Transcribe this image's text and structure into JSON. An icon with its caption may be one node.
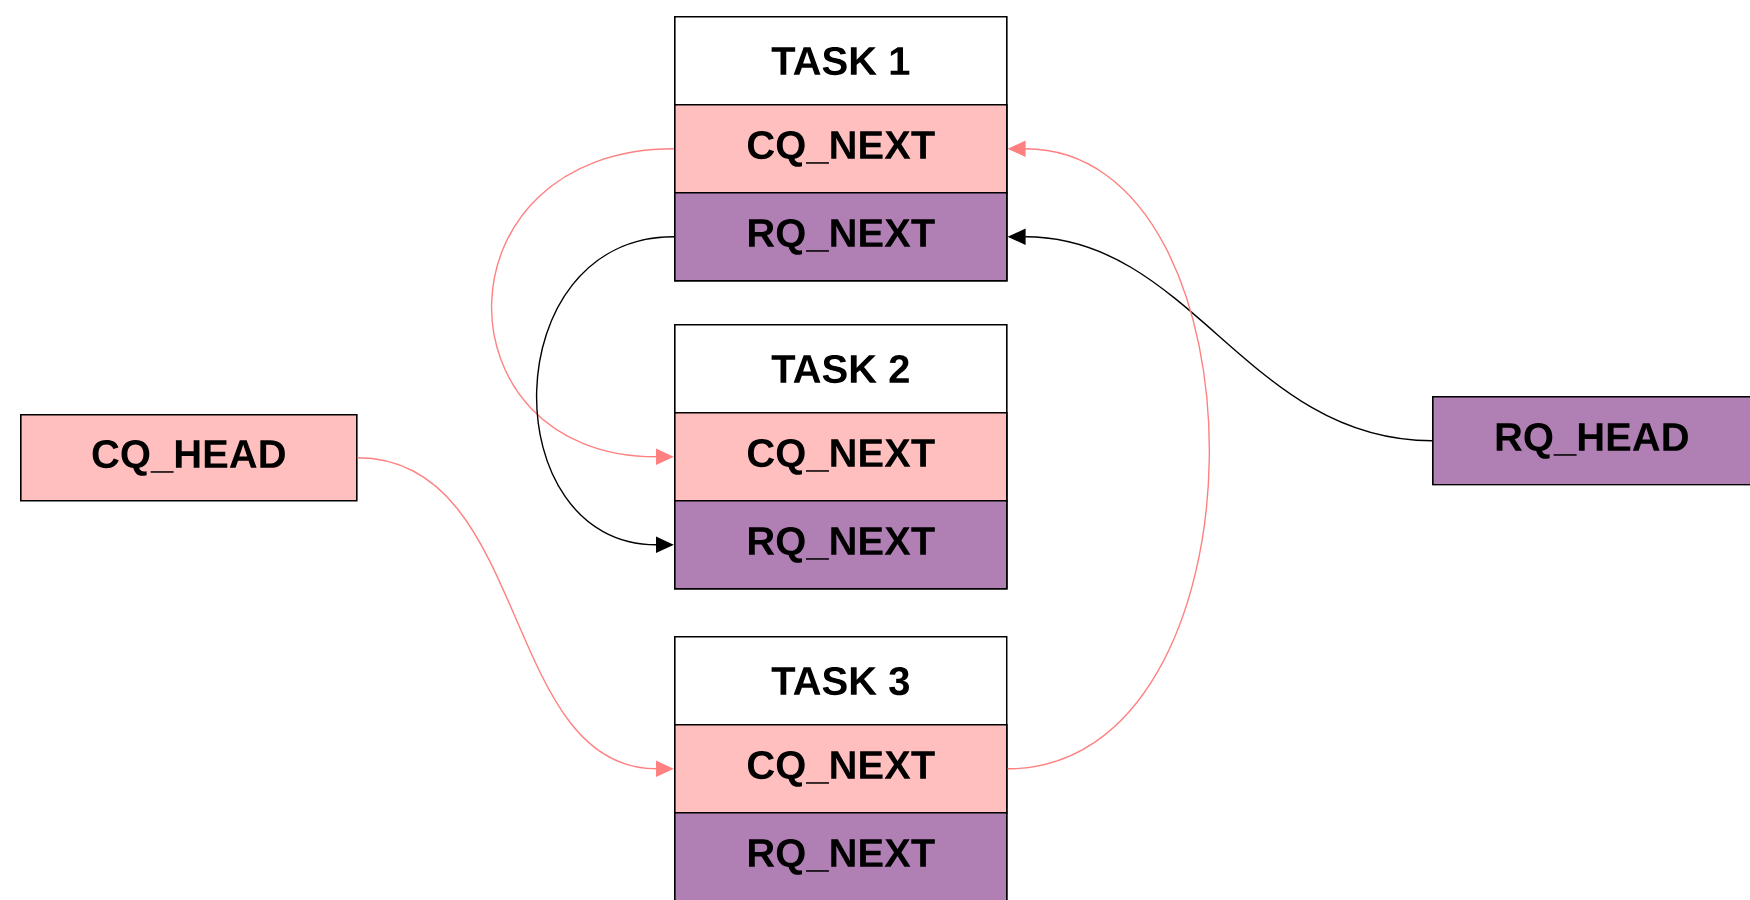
{
  "diagram": {
    "nodes": [
      {
        "text": [
          "TASK 1"
        ]
      },
      {
        "text": [
          "CQ_NEXT"
        ],
        "in": 0
      },
      {
        "text": [
          "RQ_NEXT"
        ],
        "in": 0
      },
      {
        "text": [
          "TASK 2"
        ]
      },
      {
        "text": [
          "CQ_NEXT"
        ],
        "in": 3
      },
      {
        "text": [
          "RQ_NEXT"
        ],
        "in": 3
      },
      {
        "text": [
          "RQ_HEAD"
        ]
      },
      {
        "text": [
          "CQ_HEAD"
        ]
      },
      {
        "text": [
          "TASK 3"
        ]
      },
      {
        "text": [
          "CQ_NEXT"
        ],
        "in": 8
      },
      {
        "text": [
          "RQ_NEXT"
        ],
        "in": 8
      }
    ],
    "edges": [
      {
        "from": 1,
        "to": 4,
        "arrow": "to"
      },
      {
        "from": 2,
        "to": 5,
        "arrow": "to",
        "color": "#000000"
      },
      {
        "from": 6,
        "to": 2,
        "arrow": "to",
        "color": "#000000"
      },
      {
        "from": 7,
        "to": 9,
        "arrow": "to"
      },
      {
        "from": 9,
        "to": 1,
        "arrow": "to"
      }
    ]
  }
}
